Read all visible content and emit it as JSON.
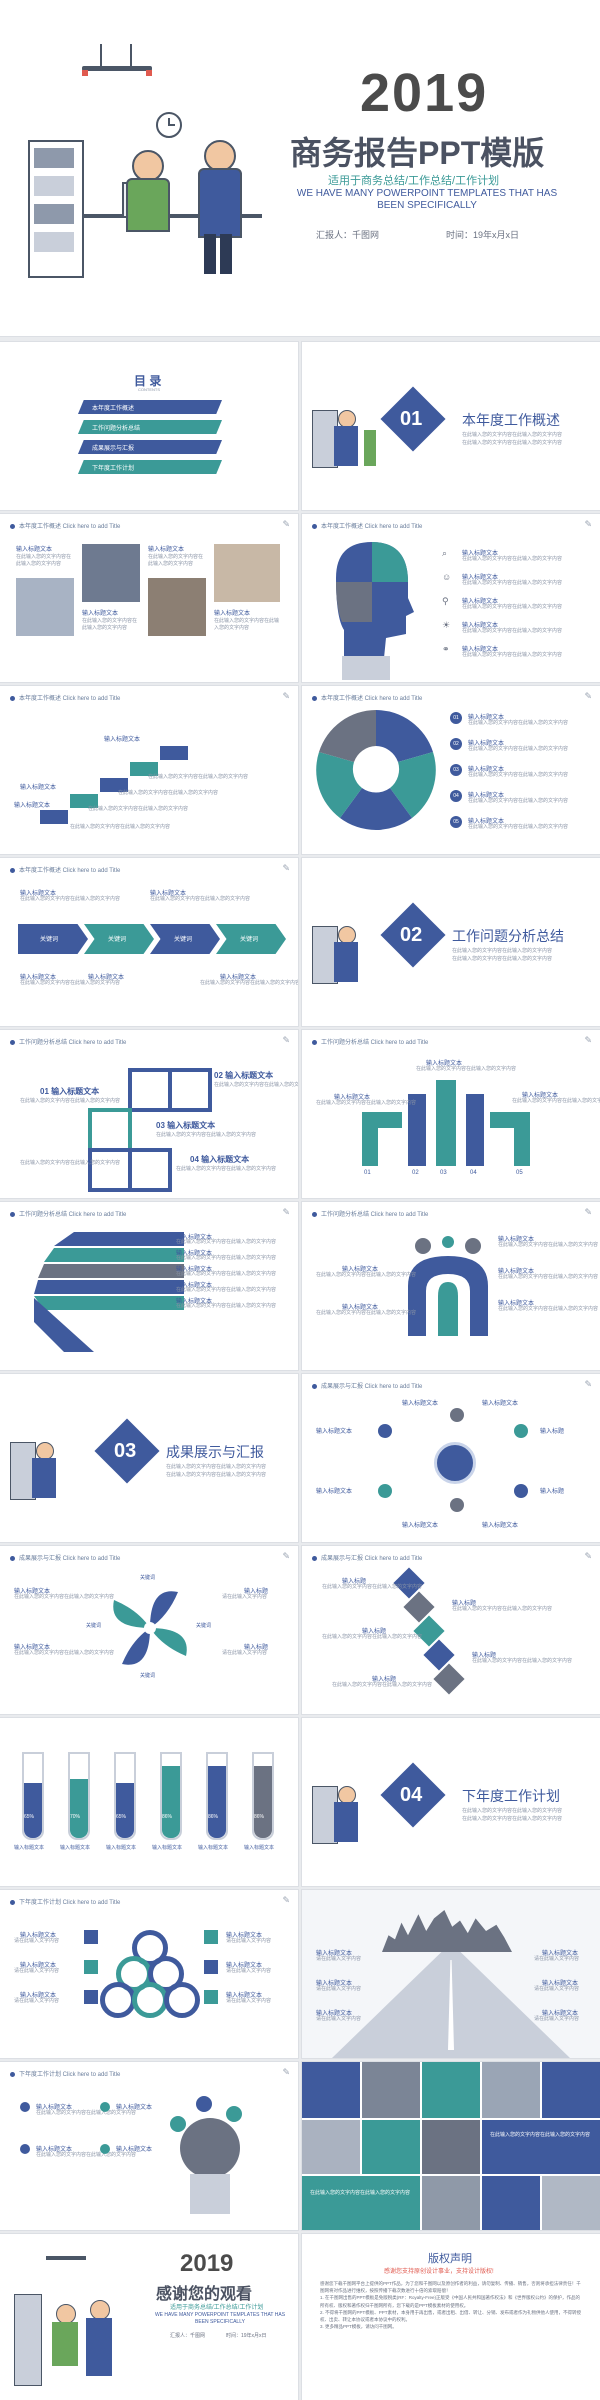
{
  "cover": {
    "year": "2019",
    "title": "商务报告PPT模版",
    "subtitle": "适用于商务总结/工作总结/工作计划",
    "english": "WE HAVE MANY POWERPOINT TEMPLATES THAT HAS BEEN SPECIFICALLY",
    "reporter": "汇报人：千图网",
    "date": "时间：19年x月x日"
  },
  "toc": {
    "title": "目 录",
    "sub": "CONTENTS",
    "items": [
      "本年度工作概述",
      "工作问题分析总结",
      "成果展示与汇报",
      "下年度工作计划"
    ]
  },
  "sections": [
    {
      "num": "01",
      "title": "本年度工作概述"
    },
    {
      "num": "02",
      "title": "工作问题分析总结"
    },
    {
      "num": "03",
      "title": "成果展示与汇报"
    },
    {
      "num": "04",
      "title": "下年度工作计划"
    }
  ],
  "common": {
    "header1": "本年度工作概述 Click here to add Title",
    "header2": "工作问题分析总结 Click here to add Title",
    "header3": "成果展示与汇报 Click here to add Title",
    "header4": "下年度工作计划 Click here to add Title",
    "input": "输入标题文本",
    "input_short": "输入标题",
    "body": "在此输入您的文字内容在此输入您的文字内容",
    "body_short": "请在此输入文字内容",
    "steps": [
      "01",
      "02",
      "03",
      "04",
      "05"
    ],
    "percent": [
      "65%",
      "70%",
      "65%",
      "86%",
      "86%",
      "86%"
    ],
    "arrow_labels": [
      "关键词",
      "关键词",
      "关键词",
      "关键词"
    ],
    "numbered": [
      "01 输入标题文本",
      "02 输入标题文本",
      "03 输入标题文本",
      "04 输入标题文本"
    ]
  },
  "ending": {
    "year": "2019",
    "thanks": "感谢您的观看",
    "subtitle": "适用于商务总结/工作总结/工作计划",
    "english": "WE HAVE MANY POWERPOINT TEMPLATES THAT HAS BEEN SPECIFICALLY",
    "reporter": "汇报人：千图网",
    "date": "时间：19年x月x日"
  },
  "copyright": {
    "title": "版权声明",
    "lead": "感谢您支持原创设计事业，支持设计版权!",
    "paragraphs": [
      "感谢您下载千图网平台上提供的PPT作品，为了您和千图网以及原创作者的利益，请勿复制、传播、销售，否则将承担法律责任！千图网将对作品进行维权，按照传播下载次数进行十倍的索取赔偿！",
      "1. 在千图网出售的PPT模板是免版税类(RF：Royalty-Free)正版受《中国人民共和国著作权法》和《世界版权公约》的保护，作品的所有权、版权和著作权归千图网所有，您下载的是PPT模板素材的使用权。",
      "2. 不得将千图网的PPT模板、PPT素材，本身用于再出售，或者出租、出借、转让、分销、发布或者作为礼物供他人使用，不得转授权、出卖、转让本协议或者本协议中的权利。",
      "3. 更多精品PPT模板，请访问千图网。"
    ]
  },
  "colors": {
    "navy": "#3f5a9d",
    "teal": "#3b9a97",
    "slate": "#6b7282",
    "accent_red": "#e05a4f"
  }
}
